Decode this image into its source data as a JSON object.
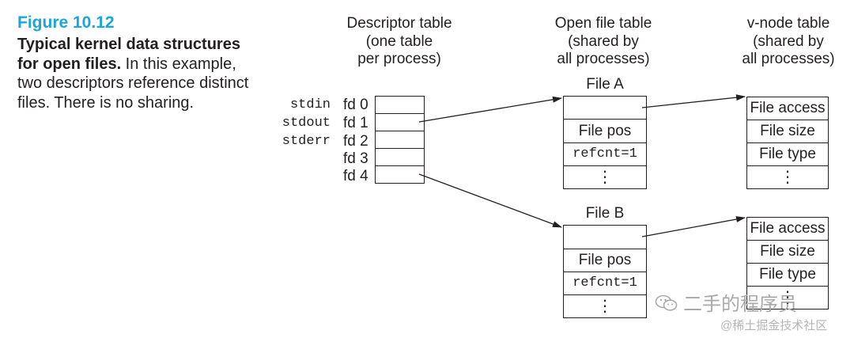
{
  "caption": {
    "figure_label": "Figure 10.12",
    "bold_text": "Typical kernel data structures for open files.",
    "body_text": " In this example, two descriptors reference distinct files. There is no sharing."
  },
  "headers": {
    "descriptor": [
      "Descriptor table",
      "(one table",
      "per process)"
    ],
    "open_file": [
      "Open file table",
      "(shared by",
      "all processes)"
    ],
    "vnode": [
      "v-node table",
      "(shared by",
      "all processes)"
    ]
  },
  "descriptor_table": {
    "stream_names": [
      "stdin",
      "stdout",
      "stderr"
    ],
    "fd_labels": [
      "fd 0",
      "fd 1",
      "fd 2",
      "fd 3",
      "fd 4"
    ]
  },
  "open_files": [
    {
      "title": "File A",
      "cells": [
        "",
        "File pos",
        "refcnt=1",
        "⋮"
      ]
    },
    {
      "title": "File B",
      "cells": [
        "",
        "File pos",
        "refcnt=1",
        "⋮"
      ]
    }
  ],
  "vnodes": [
    {
      "cells": [
        "File access",
        "File size",
        "File type",
        "⋮"
      ]
    },
    {
      "cells": [
        "File access",
        "File size",
        "File type",
        "⋮"
      ]
    }
  ],
  "watermark": {
    "wechat": "二手的程序员",
    "juejin": "@稀土掘金技术社区"
  },
  "colors": {
    "accent": "#1aa6d8",
    "ink": "#231f20"
  },
  "icons": [
    "wechat-icon"
  ]
}
